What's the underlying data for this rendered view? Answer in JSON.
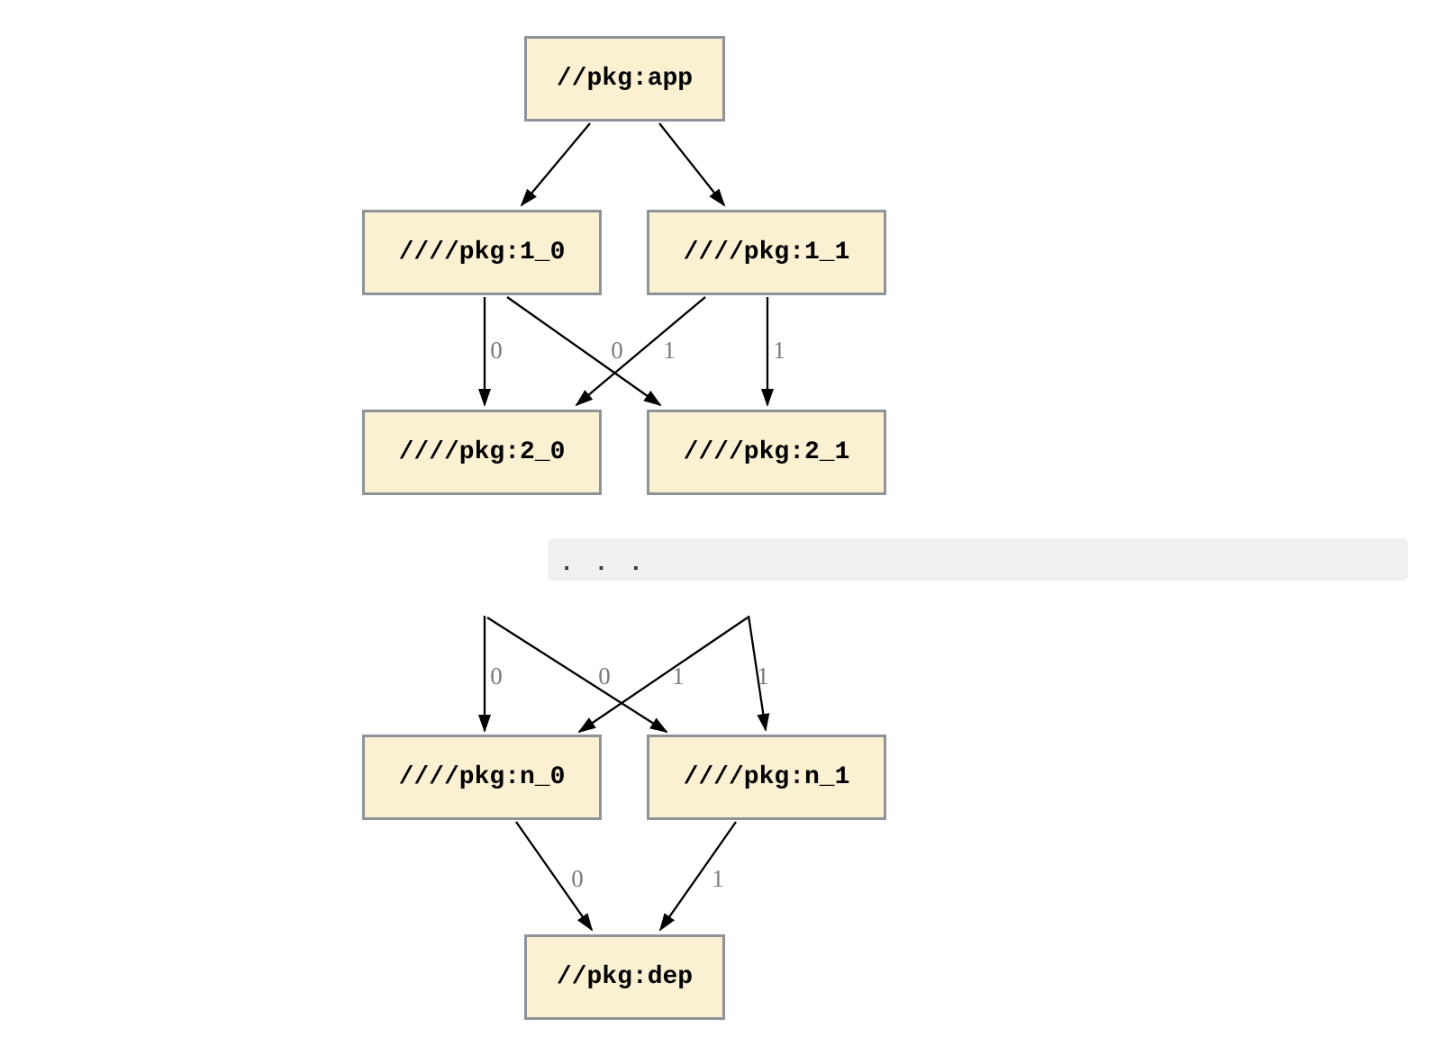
{
  "diagram": {
    "type": "dependency-graph",
    "nodes": {
      "app": "//pkg:app",
      "pkg1_0": "////pkg:1_0",
      "pkg1_1": "////pkg:1_1",
      "pkg2_0": "////pkg:2_0",
      "pkg2_1": "////pkg:2_1",
      "pkgn_0": "////pkg:n_0",
      "pkgn_1": "////pkg:n_1",
      "dep": "//pkg:dep",
      "ellipsis": ". . ."
    },
    "edges": [
      {
        "from": "app",
        "to": "pkg1_0",
        "label": ""
      },
      {
        "from": "app",
        "to": "pkg1_1",
        "label": ""
      },
      {
        "from": "pkg1_0",
        "to": "pkg2_0",
        "label": "0"
      },
      {
        "from": "pkg1_0",
        "to": "pkg2_1",
        "label": "1"
      },
      {
        "from": "pkg1_1",
        "to": "pkg2_0",
        "label": "0"
      },
      {
        "from": "pkg1_1",
        "to": "pkg2_1",
        "label": "1"
      },
      {
        "from": "ellipsis",
        "to": "pkgn_0",
        "label": "0"
      },
      {
        "from": "ellipsis",
        "to": "pkgn_1",
        "label": "1"
      },
      {
        "from": "ellipsis",
        "to": "pkgn_0",
        "label": "0"
      },
      {
        "from": "ellipsis",
        "to": "pkgn_1",
        "label": "1"
      },
      {
        "from": "pkgn_0",
        "to": "dep",
        "label": "0"
      },
      {
        "from": "pkgn_1",
        "to": "dep",
        "label": "1"
      }
    ],
    "colors": {
      "node_fill": "#faf0d2",
      "node_border": "#8d9398",
      "edge": "#000000",
      "edge_label": "#7a7a7a",
      "ellipsis_bar": "#f0f0f0",
      "background": "#ffffff"
    }
  }
}
